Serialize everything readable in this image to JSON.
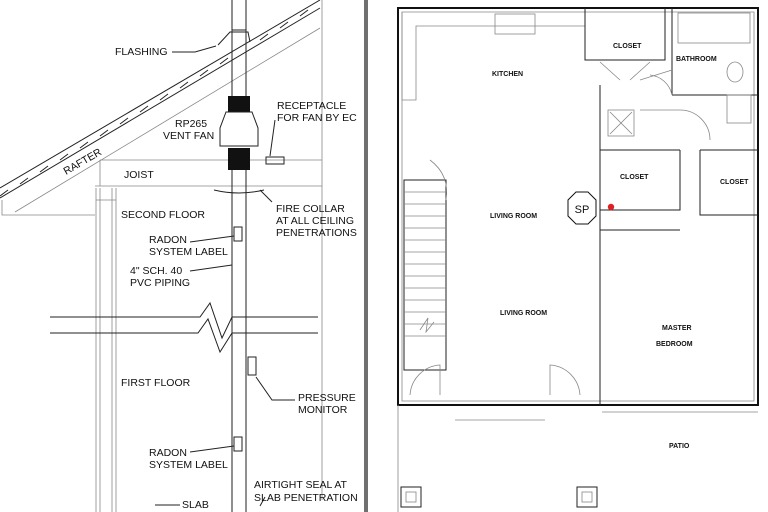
{
  "section": {
    "labels": {
      "flashing": "FLASHING",
      "fan_model": "RP265",
      "fan_name": "VENT FAN",
      "receptacle_1": "RECEPTACLE",
      "receptacle_2": "FOR FAN BY EC",
      "rafter": "RAFTER",
      "joist": "JOIST",
      "second_floor": "SECOND FLOOR",
      "fire_collar_1": "FIRE COLLAR",
      "fire_collar_2": "AT ALL CEILING",
      "fire_collar_3": "PENETRATIONS",
      "radon_label_1": "RADON",
      "radon_label_2": "SYSTEM LABEL",
      "piping_1": "4\" SCH. 40",
      "piping_2": "PVC PIPING",
      "first_floor": "FIRST FLOOR",
      "pressure_1": "PRESSURE",
      "pressure_2": "MONITOR",
      "radon_label_b1": "RADON",
      "radon_label_b2": "SYSTEM LABEL",
      "seal_1": "AIRTIGHT SEAL AT",
      "seal_2": "SLAB PENETRATION",
      "slab": "SLAB"
    }
  },
  "plan": {
    "rooms": {
      "kitchen": "KITCHEN",
      "closet_top": "CLOSET",
      "bathroom": "BATHROOM",
      "closet_mid": "CLOSET",
      "closet_right": "CLOSET",
      "living_room_1": "LIVING ROOM",
      "living_room_2": "LIVING ROOM",
      "master_1": "MASTER",
      "master_2": "BEDROOM",
      "patio": "PATIO"
    },
    "marker": {
      "text": "SP",
      "dot_color": "#e02020"
    }
  }
}
